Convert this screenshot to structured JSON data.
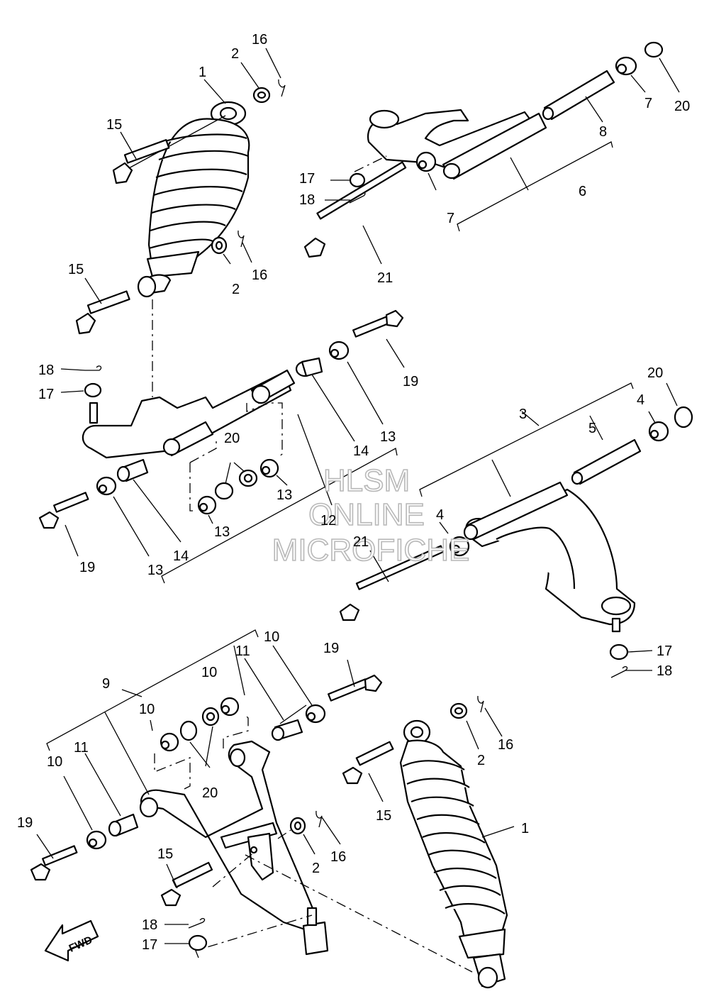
{
  "watermark": {
    "line1": "HLSM",
    "line2": "ONLINE",
    "line3": "MICROFICHE"
  },
  "fwd_label": "FWD",
  "callouts": [
    {
      "id": "c-1-top",
      "text": "1"
    },
    {
      "id": "c-2-top",
      "text": "2"
    },
    {
      "id": "c-16-top",
      "text": "16"
    },
    {
      "id": "c-15-top",
      "text": "15"
    },
    {
      "id": "c-15-mid",
      "text": "15"
    },
    {
      "id": "c-2-mid",
      "text": "2"
    },
    {
      "id": "c-16-mid",
      "text": "16"
    },
    {
      "id": "c-20-topright",
      "text": "20"
    },
    {
      "id": "c-7-right",
      "text": "7"
    },
    {
      "id": "c-8",
      "text": "8"
    },
    {
      "id": "c-6",
      "text": "6"
    },
    {
      "id": "c-7-left",
      "text": "7"
    },
    {
      "id": "c-17-top",
      "text": "17"
    },
    {
      "id": "c-18-top",
      "text": "18"
    },
    {
      "id": "c-21-top",
      "text": "21"
    },
    {
      "id": "c-18-left",
      "text": "18"
    },
    {
      "id": "c-17-left",
      "text": "17"
    },
    {
      "id": "c-19-right",
      "text": "19"
    },
    {
      "id": "c-13-a",
      "text": "13"
    },
    {
      "id": "c-14-a",
      "text": "14"
    },
    {
      "id": "c-20-mid",
      "text": "20"
    },
    {
      "id": "c-13-b",
      "text": "13"
    },
    {
      "id": "c-13-c",
      "text": "13"
    },
    {
      "id": "c-12",
      "text": "12"
    },
    {
      "id": "c-19-left",
      "text": "19"
    },
    {
      "id": "c-13-d",
      "text": "13"
    },
    {
      "id": "c-14-b",
      "text": "14"
    },
    {
      "id": "c-3",
      "text": "3"
    },
    {
      "id": "c-20-right",
      "text": "20"
    },
    {
      "id": "c-4-right",
      "text": "4"
    },
    {
      "id": "c-5",
      "text": "5"
    },
    {
      "id": "c-4-left",
      "text": "4"
    },
    {
      "id": "c-21-mid",
      "text": "21"
    },
    {
      "id": "c-17-right",
      "text": "17"
    },
    {
      "id": "c-18-right",
      "text": "18"
    },
    {
      "id": "c-9",
      "text": "9"
    },
    {
      "id": "c-10-a",
      "text": "10"
    },
    {
      "id": "c-10-b",
      "text": "10"
    },
    {
      "id": "c-11-a",
      "text": "11"
    },
    {
      "id": "c-19-bottom",
      "text": "19"
    },
    {
      "id": "c-10-c",
      "text": "10"
    },
    {
      "id": "c-20-bottom",
      "text": "20"
    },
    {
      "id": "c-11-b",
      "text": "11"
    },
    {
      "id": "c-10-d",
      "text": "10"
    },
    {
      "id": "c-19-bottomleft",
      "text": "19"
    },
    {
      "id": "c-16-bottomright",
      "text": "16"
    },
    {
      "id": "c-2-bottomright",
      "text": "2"
    },
    {
      "id": "c-15-bottomright",
      "text": "15"
    },
    {
      "id": "c-1-bottom",
      "text": "1"
    },
    {
      "id": "c-16-bottom",
      "text": "16"
    },
    {
      "id": "c-2-bottom",
      "text": "2"
    },
    {
      "id": "c-15-bottom",
      "text": "15"
    },
    {
      "id": "c-18-bottom",
      "text": "18"
    },
    {
      "id": "c-17-bottom",
      "text": "17"
    }
  ]
}
